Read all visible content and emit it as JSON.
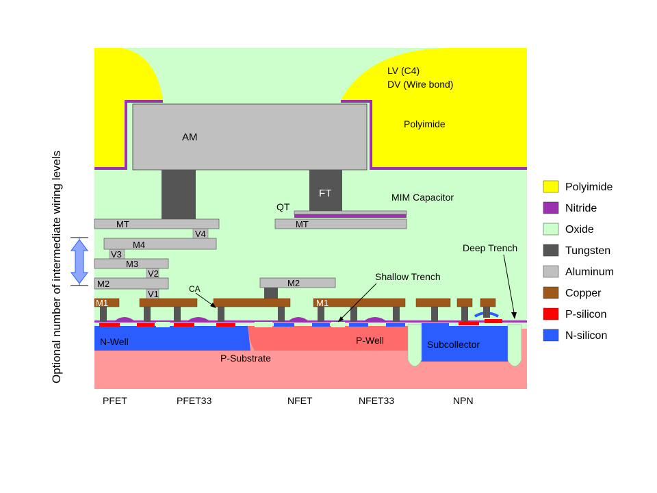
{
  "side_label": "Optional number of intermediate wiring levels",
  "legend": [
    {
      "label": "Polyimide",
      "color": "#ffff00"
    },
    {
      "label": "Nitride",
      "color": "#9b30b0"
    },
    {
      "label": "Oxide",
      "color": "#ccffcc"
    },
    {
      "label": "Tungsten",
      "color": "#555555"
    },
    {
      "label": "Aluminum",
      "color": "#c0c0c0"
    },
    {
      "label": "Copper",
      "color": "#a0581a"
    },
    {
      "label": "P-silicon",
      "color": "#ff0000"
    },
    {
      "label": "N-silicon",
      "color": "#2a5cff"
    }
  ],
  "layers": {
    "lv": "LV (C4)",
    "dv": "DV (Wire bond)",
    "polyimide": "Polyimide",
    "am": "AM",
    "ft": "FT",
    "mim": "MIM Capacitor",
    "qt": "QT",
    "mt_left": "MT",
    "mt_right": "MT",
    "v4": "V4",
    "m4": "M4",
    "v3": "V3",
    "m3": "M3",
    "v2": "V2",
    "m2_left": "M2",
    "m2_right": "M2",
    "v1": "V1",
    "ca": "CA",
    "m1_left": "M1",
    "m1_right": "M1",
    "shallow_trench": "Shallow Trench",
    "deep_trench": "Deep Trench",
    "n_well": "N-Well",
    "p_well": "P-Well",
    "p_substrate": "P-Substrate",
    "subcollector": "Subcollector"
  },
  "devices": [
    "PFET",
    "PFET33",
    "NFET",
    "NFET33",
    "NPN"
  ]
}
